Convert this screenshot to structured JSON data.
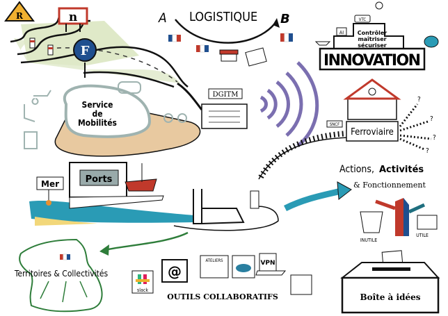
{
  "colors": {
    "ink": "#111111",
    "green": "#2e7d3a",
    "teal": "#2a9bb5",
    "purple": "#7b6fb0",
    "red": "#c0392b",
    "blue": "#1f4f8f",
    "land": "#dfe9c8",
    "sand": "#f2d77a",
    "grey": "#9fb3b0"
  },
  "road": {
    "sign_r": "R",
    "sign_n": "n",
    "sign_f": "F"
  },
  "logistique": {
    "title": "LOGISTIQUE",
    "start": "A",
    "end": "B"
  },
  "innovation": {
    "title": "INNOVATION",
    "line1": "Contrôler",
    "line2": "maîtriser",
    "line3": "sécuriser",
    "ai": "AI",
    "vtc": "VTC"
  },
  "dgitm": {
    "label": "DGITM"
  },
  "mobilites": {
    "label1": "Service",
    "label2": "de",
    "label3": "Mobilités"
  },
  "ferroviaire": {
    "label": "Ferroviaire",
    "sncf": "SNCF",
    "question": "?"
  },
  "actions": {
    "part1": "Actions,",
    "part2": "Activités",
    "part3": "& Fonctionnement",
    "inutile": "INUTILE",
    "utile": "UTILE"
  },
  "mer": {
    "label": "Mer",
    "ports": "Ports"
  },
  "territoires": {
    "label": "Territoires & Collectivités"
  },
  "outils": {
    "label": "OUTILS COLLABORATIFS",
    "slack": "slack",
    "at": "@",
    "ateliers": "ATELIERS",
    "vpn": "VPN"
  },
  "boite": {
    "label": "Boîte à idées"
  }
}
